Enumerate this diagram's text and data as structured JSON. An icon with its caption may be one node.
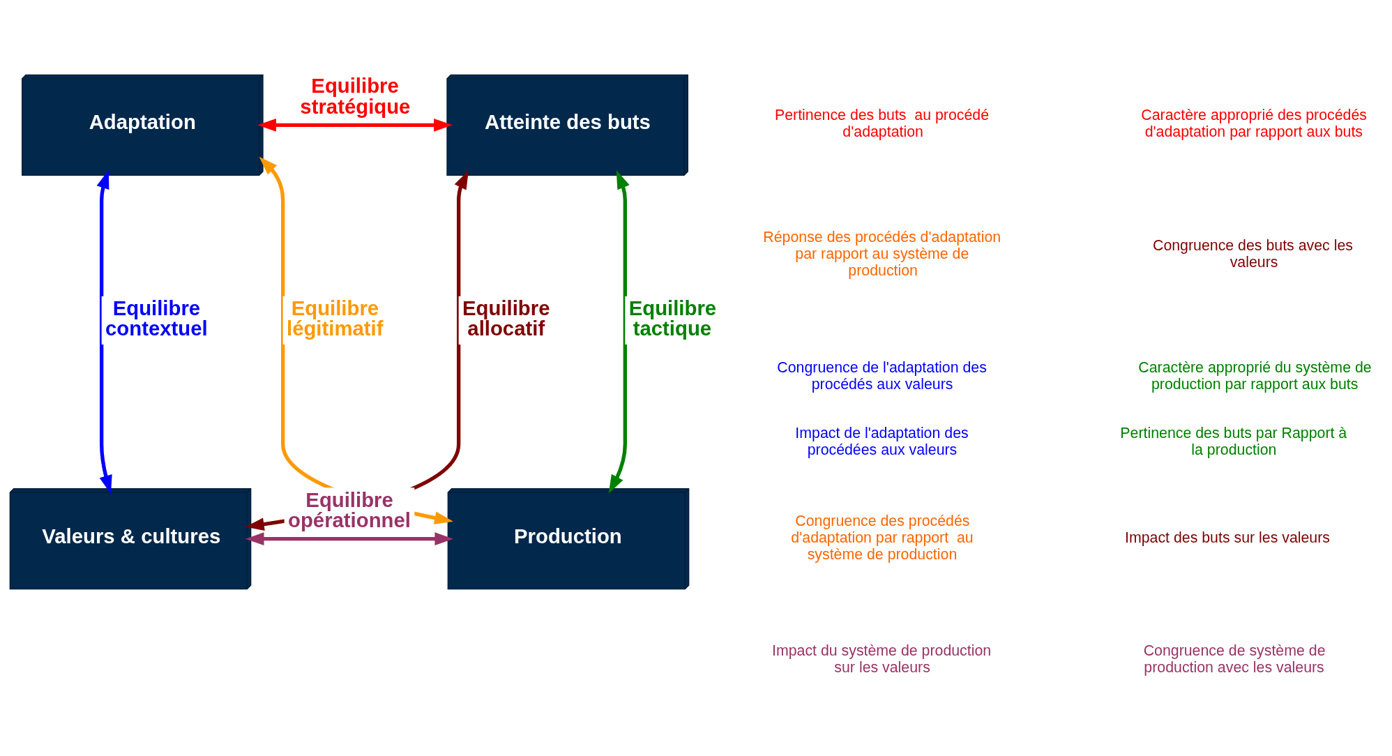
{
  "diagram": {
    "nodes": [
      {
        "text": [
          "Adaptation"
        ]
      },
      {
        "text": [
          "Atteinte des buts"
        ]
      },
      {
        "text": [
          "Valeurs & cultures"
        ]
      },
      {
        "text": [
          "Production"
        ]
      }
    ],
    "edges": [
      {
        "from": 0,
        "to": 1,
        "arrow": "both",
        "label": "Equilibre stratégique",
        "color": "#ff0000"
      },
      {
        "from": 0,
        "to": 2,
        "arrow": "both",
        "label": "Equilibre contextuel",
        "color": "#0000ff"
      },
      {
        "from": 0,
        "to": 3,
        "arrow": "both",
        "label": "Equilibre légitimatif",
        "color": "#ff9900"
      },
      {
        "from": 1,
        "to": 2,
        "arrow": "both",
        "label": "Equilibre allocatif",
        "color": "#7f0000"
      },
      {
        "from": 1,
        "to": 3,
        "arrow": "both",
        "label": "Equilibre tactique",
        "color": "#008000"
      },
      {
        "from": 2,
        "to": 3,
        "arrow": "both",
        "label": "Equilibre opérationnel",
        "color": "#993366"
      }
    ],
    "labels": [
      "Pertinence des buts  au procédé d'adaptation",
      "Caractère approprié des procédés d'adaptation par rapport aux buts",
      "Réponse des procédés d'adaptation par rapport au système de production",
      "Congruence des buts avec les valeurs",
      "Congruence de l'adaptation des procédés aux valeurs",
      "Caractère approprié du système de production par rapport aux buts",
      "Impact de l'adaptation des procédées aux valeurs",
      "Pertinence des buts par Rapport à la production",
      "Congruence des procédés d'adaptation par rapport  au système de production",
      "Impact des buts sur les valeurs",
      "Impact du système de production sur les valeurs",
      "Congruence de système de production avec les valeurs"
    ]
  }
}
